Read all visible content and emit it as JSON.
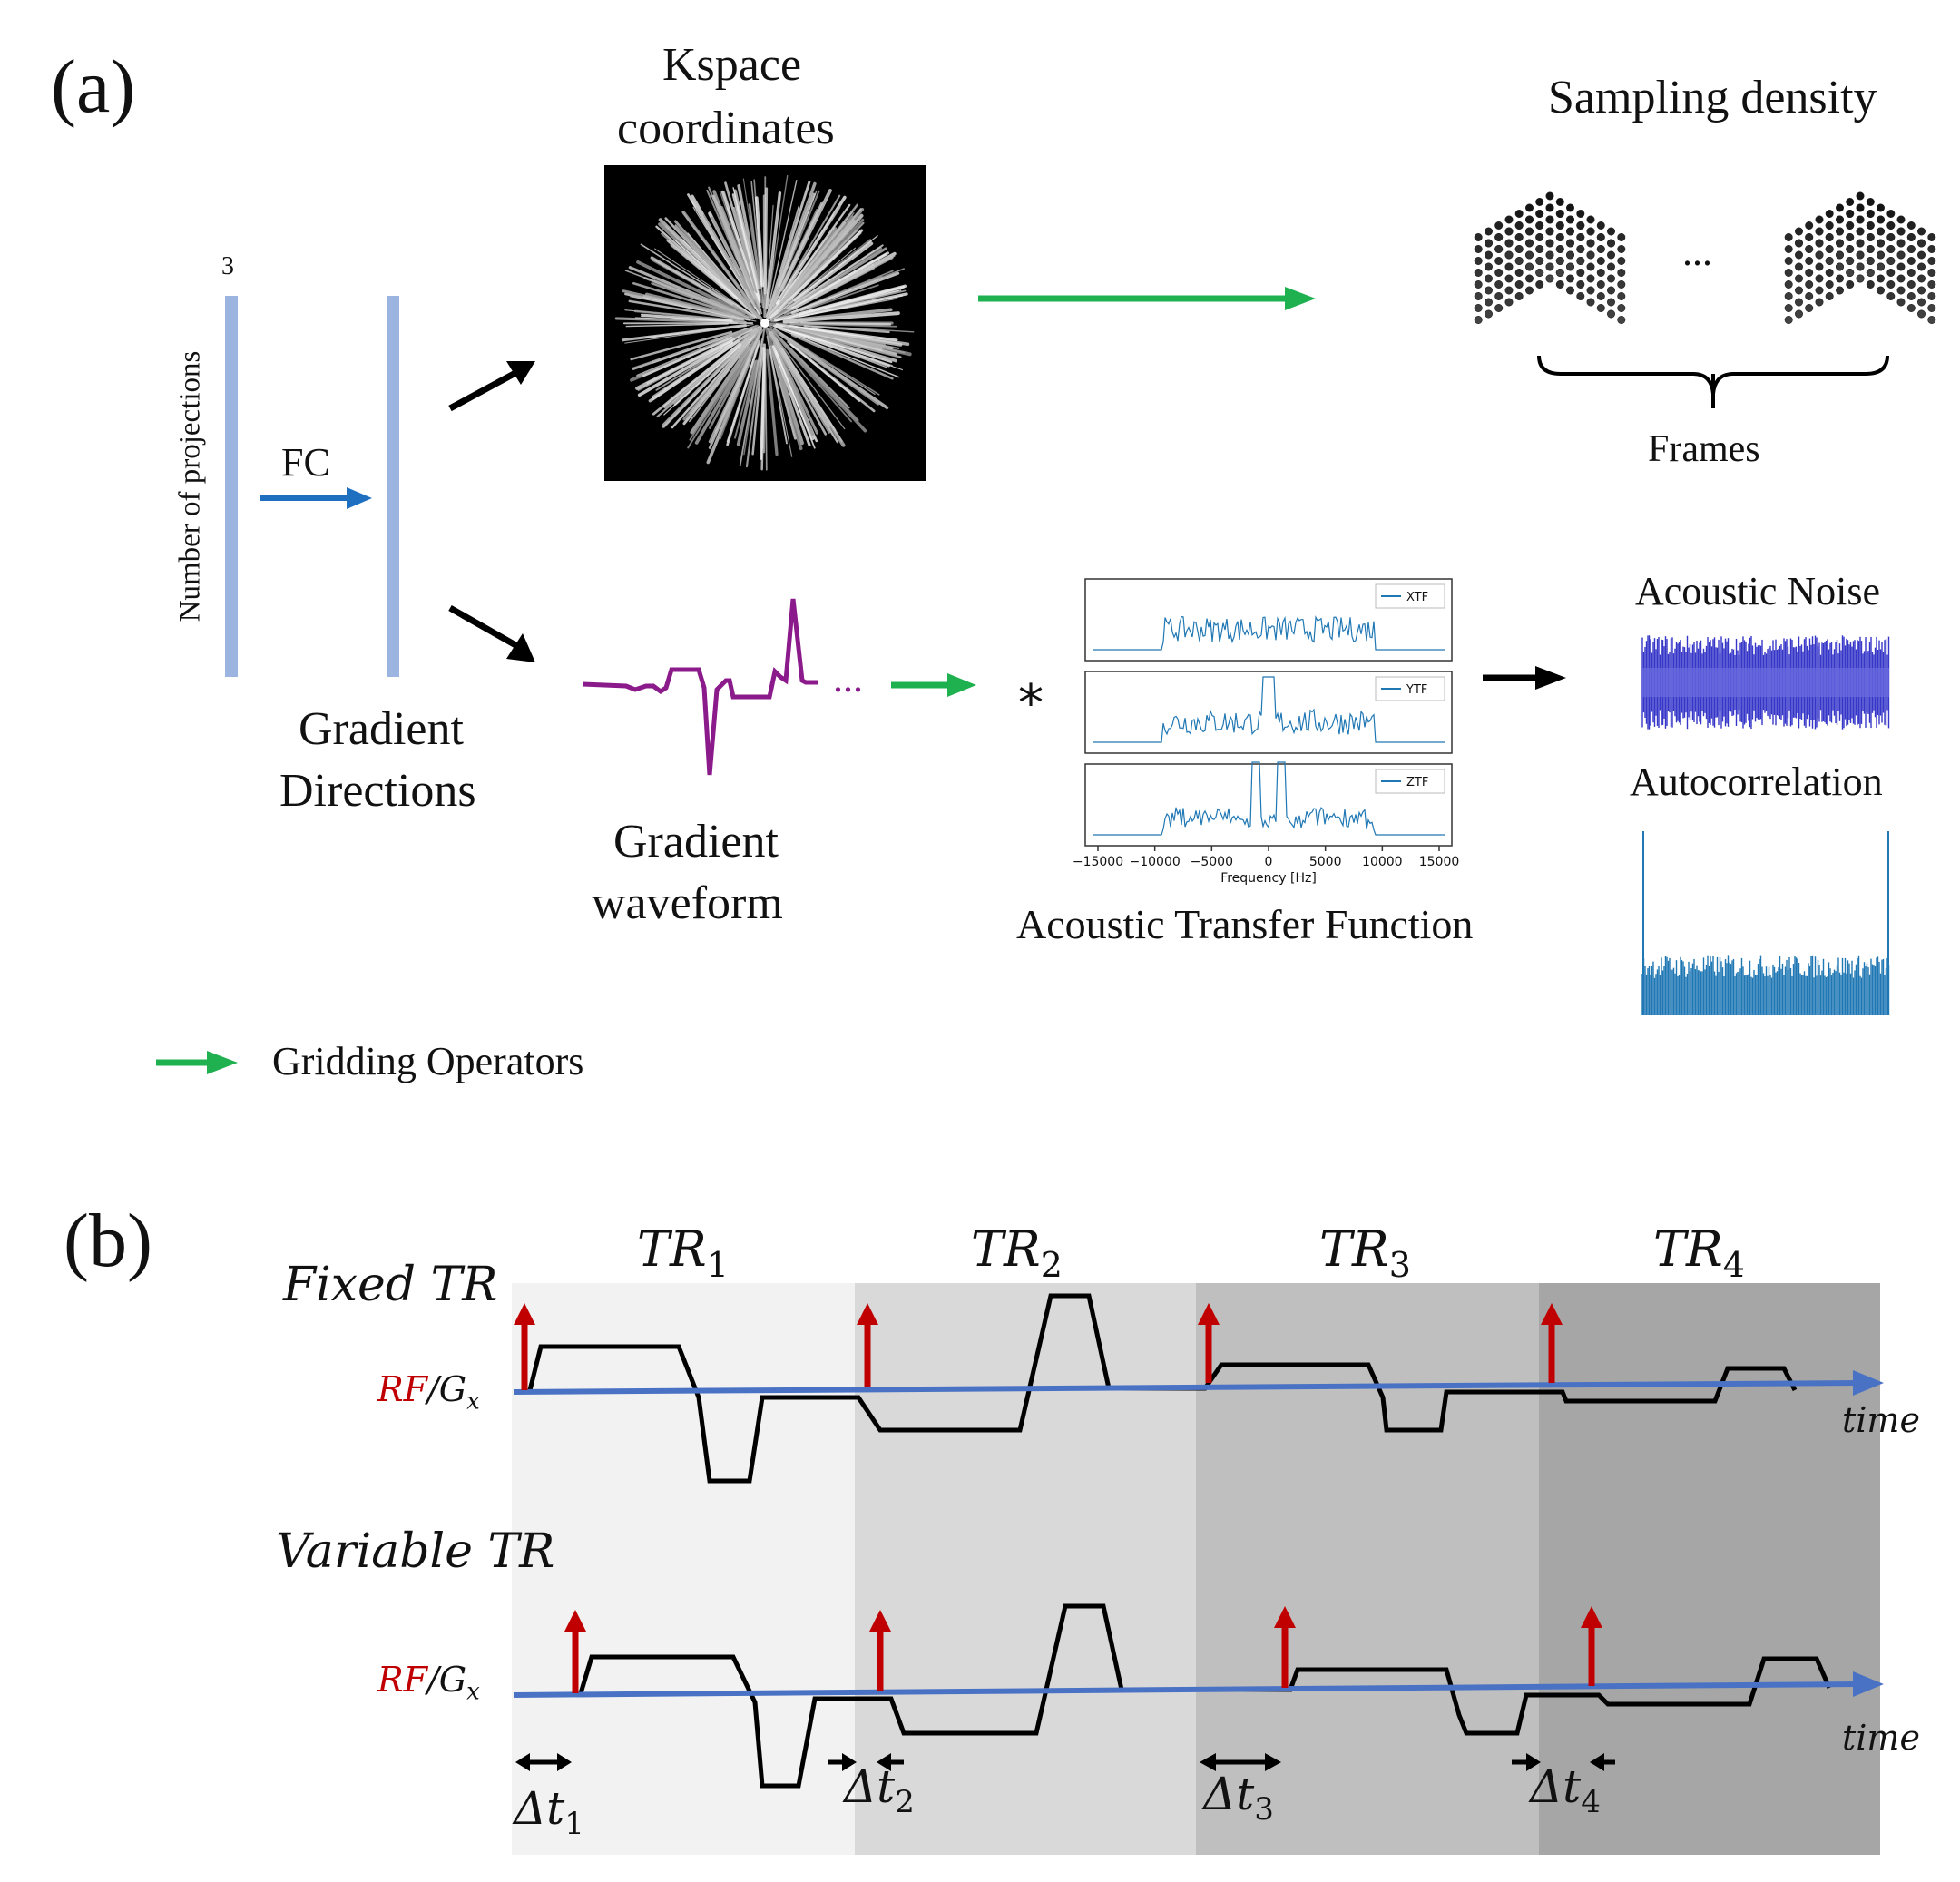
{
  "panel_a": {
    "label": "(a)",
    "vector_count": "3",
    "vector_axis_label": "Number of projections",
    "fc_label": "FC",
    "gradient_directions_line1": "Gradient",
    "gradient_directions_line2": "Directions",
    "kspace_line1": "Kspace",
    "kspace_line2": "coordinates",
    "sampling_density": "Sampling density",
    "frames_ellipsis": "...",
    "frames_label": "Frames",
    "waveform_ellipsis": "...",
    "gradient_waveform_line1": "Gradient",
    "gradient_waveform_line2": "waveform",
    "convolution_symbol": "*",
    "atf_label": "Acoustic Transfer Function",
    "atf_legend": [
      "XTF",
      "YTF",
      "ZTF"
    ],
    "atf_xticks": [
      "−15000",
      "−10000",
      "−5000",
      "0",
      "5000",
      "10000",
      "15000"
    ],
    "atf_xlabel": "Frequency [Hz]",
    "acoustic_noise": "Acoustic Noise",
    "autocorrelation": "Autocorrelation",
    "legend_gridding": "Gridding Operators"
  },
  "panel_b": {
    "label": "(b)",
    "tr_labels": [
      {
        "base": "TR",
        "sub": "1"
      },
      {
        "base": "TR",
        "sub": "2"
      },
      {
        "base": "TR",
        "sub": "3"
      },
      {
        "base": "TR",
        "sub": "4"
      }
    ],
    "fixed_tr": "Fixed TR",
    "variable_tr": "Variable TR",
    "axis_rf": "RF",
    "axis_slash": "/",
    "axis_g": "G",
    "axis_g_sub": "x",
    "time": "time",
    "dt_labels": [
      {
        "base": "Δt",
        "sub": "1"
      },
      {
        "base": "Δt",
        "sub": "2"
      },
      {
        "base": "Δt",
        "sub": "3"
      },
      {
        "base": "Δt",
        "sub": "4"
      }
    ]
  },
  "colors": {
    "vector_bar": "#9bb4e0",
    "fc_arrow": "#1f6fc0",
    "gridding_arrow": "#1fb050",
    "waveform": "#8b1a8b",
    "atf_line": "#1f77b4",
    "noise": "#3636c8",
    "rf_pulse": "#c00000",
    "time_axis": "#4a72c4",
    "tr_shades": [
      "#f2f2f2",
      "#d9d9d9",
      "#bfbfbf",
      "#a6a6a6"
    ]
  }
}
